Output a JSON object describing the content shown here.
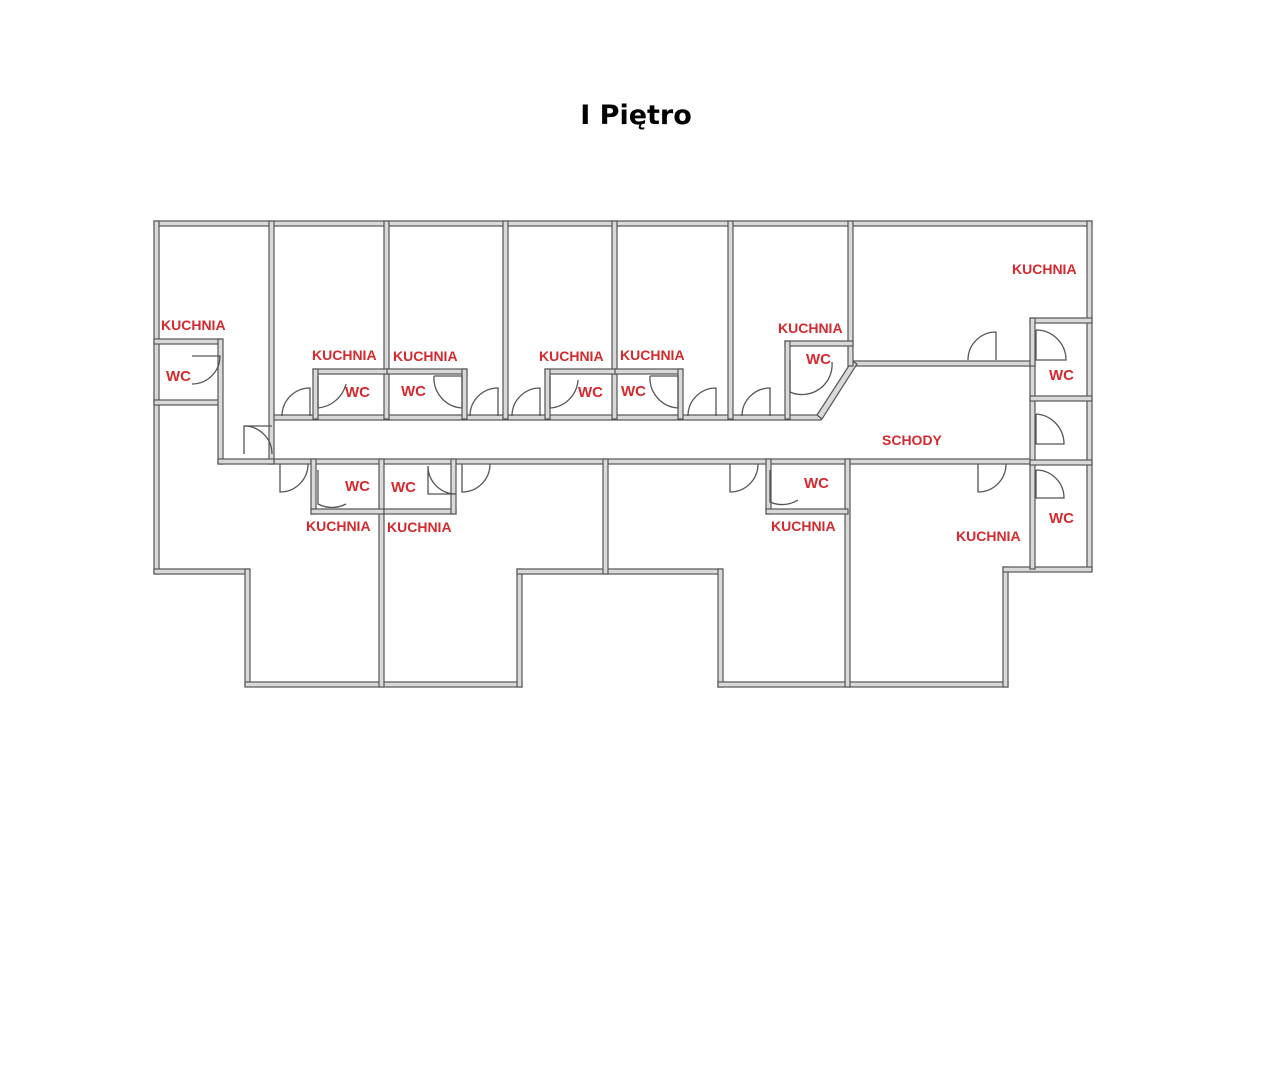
{
  "title": "I Piętro",
  "colors": {
    "label": "#d22a2f",
    "wall_fill": "#d9d9d9",
    "wall_stroke": "#555555",
    "background": "#ffffff"
  },
  "rooms": {
    "top": [
      {
        "id": "r1",
        "kitchen": "KUCHNIA",
        "wc": "WC"
      },
      {
        "id": "r2",
        "kitchen": "KUCHNIA",
        "wc": "WC"
      },
      {
        "id": "r3",
        "kitchen": "KUCHNIA",
        "wc": "WC"
      },
      {
        "id": "r4",
        "kitchen": "KUCHNIA",
        "wc": "WC"
      },
      {
        "id": "r5",
        "kitchen": "KUCHNIA",
        "wc": "WC"
      },
      {
        "id": "r6",
        "kitchen": "KUCHNIA",
        "wc": "WC"
      },
      {
        "id": "r7",
        "kitchen": "KUCHNIA",
        "wc": "WC"
      }
    ],
    "bottom": [
      {
        "id": "b1",
        "kitchen": "KUCHNIA",
        "wc": "WC"
      },
      {
        "id": "b2",
        "kitchen": "KUCHNIA",
        "wc": "WC"
      },
      {
        "id": "b3",
        "kitchen": "KUCHNIA",
        "wc": "WC"
      },
      {
        "id": "b4",
        "kitchen": "KUCHNIA",
        "wc": "WC"
      }
    ],
    "stairs": "SCHODY"
  }
}
